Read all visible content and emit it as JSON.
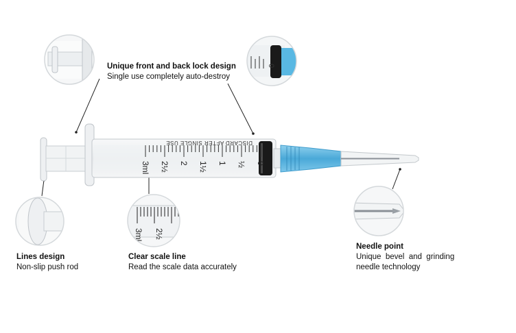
{
  "callouts": {
    "lock": {
      "title": "Unique front and back lock design",
      "desc": "Single use completely auto-destroy"
    },
    "lines": {
      "title": "Lines design",
      "desc": "Non-slip push rod"
    },
    "scale": {
      "title": "Clear scale line",
      "desc": "Read the scale data accurately"
    },
    "needle": {
      "title": "Needle point",
      "desc_line1": "Unique  bevel  and  grinding",
      "desc_line2": "needle technology"
    }
  },
  "barrel_print": {
    "caption": "DISCARD AFTER SINGLE USE",
    "scale_numbers": [
      "3ml",
      "2½",
      "2",
      "1½",
      "1",
      "½",
      "0"
    ]
  },
  "zoom_scale_numbers": [
    "3ml",
    "2½"
  ],
  "colors": {
    "hub": "#59b8e3",
    "plunger_tip": "#1a1a1a",
    "plastic": "#eef0f2",
    "outline": "#bfc4c9"
  }
}
